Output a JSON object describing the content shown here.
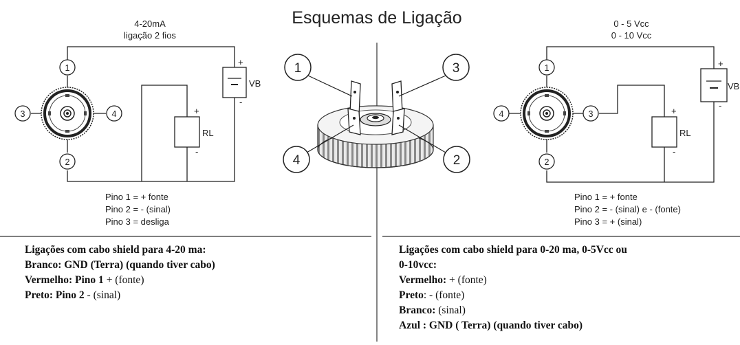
{
  "title": "Esquemas de Ligação",
  "left": {
    "header_line1": "4-20mA",
    "header_line2": "ligação 2 fios",
    "pins": [
      "1",
      "2",
      "3",
      "4"
    ],
    "vb_label": "VB",
    "rl_label": "RL",
    "plus": "+",
    "minus": "-",
    "legend": [
      "Pino 1 = + fonte",
      "Pino 2 = - (sinal)",
      "Pino 3 = desliga"
    ]
  },
  "center": {
    "pins": [
      "1",
      "3",
      "4",
      "2"
    ]
  },
  "right": {
    "header_line1": "0 - 5 Vcc",
    "header_line2": "0 - 10 Vcc",
    "pins": [
      "1",
      "2",
      "3",
      "4"
    ],
    "vb_label": "VB",
    "rl_label": "RL",
    "plus": "+",
    "minus": "-",
    "legend": [
      "Pino 1 = + fonte",
      "Pino 2 = - (sinal) e - (fonte)",
      "Pino 3 = + (sinal)"
    ]
  },
  "shield_left": {
    "title": "Ligações com cabo shield para 4-20 ma:",
    "lines": [
      {
        "bold": "Branco: GND (Terra) (quando tiver cabo)",
        "normal": ""
      },
      {
        "bold": "Vermelho: Pino 1",
        "normal": " + (fonte)"
      },
      {
        "bold": "Preto: Pino 2",
        "normal": " - (sinal)"
      }
    ]
  },
  "shield_right": {
    "title_line1": "Ligações com cabo shield para 0-20 ma, 0-5Vcc ou",
    "title_line2": "0-10vcc:",
    "lines": [
      {
        "bold": "Vermelho:",
        "normal": " + (fonte)"
      },
      {
        "bold": "Preto",
        "normal": ": - (fonte)"
      },
      {
        "bold": "Branco:",
        "normal": " (sinal)"
      },
      {
        "bold": "Azul  : GND ( Terra) (quando tiver cabo)",
        "normal": ""
      }
    ]
  }
}
